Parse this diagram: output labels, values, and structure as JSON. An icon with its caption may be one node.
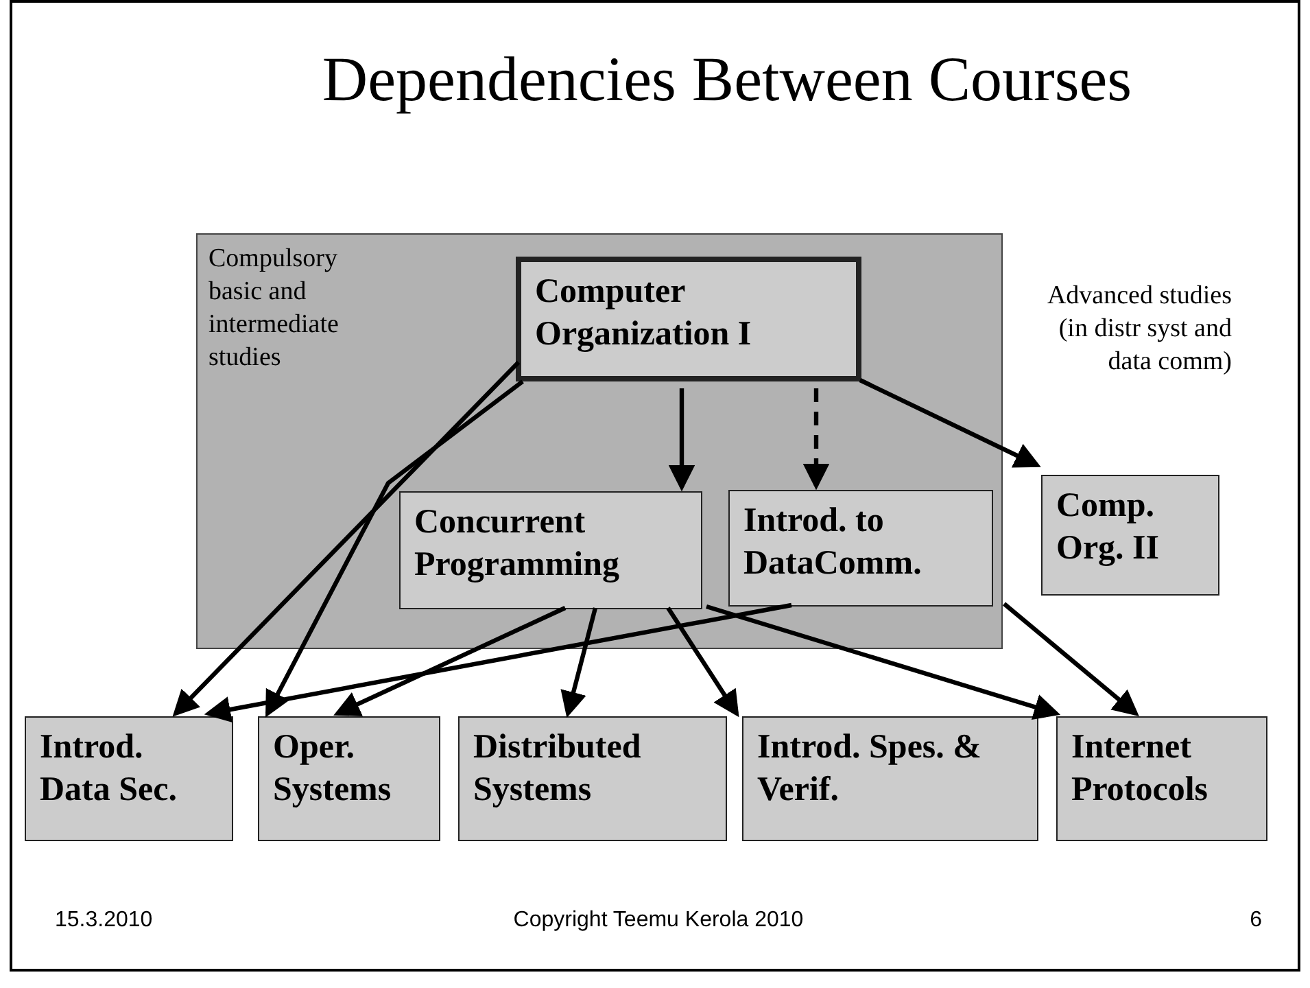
{
  "diagram": {
    "title": "Dependencies Between Courses",
    "nodes": [
      {
        "text": [
          "Compulsory basic and intermediate studies"
        ]
      },
      {
        "text": [
          "Computer Organization I"
        ],
        "in": 0
      },
      {
        "text": [
          "Concurrent Programming"
        ],
        "in": 0
      },
      {
        "text": [
          "Introd. to DataComm."
        ],
        "in": 0
      },
      {
        "text": [
          "Comp. Org. II"
        ]
      },
      {
        "text": [
          "Introd. Data Sec."
        ]
      },
      {
        "text": [
          "Oper. Systems"
        ]
      },
      {
        "text": [
          "Distributed Systems"
        ]
      },
      {
        "text": [
          "Introd. Spes. & Verif."
        ]
      },
      {
        "text": [
          "Internet Protocols"
        ]
      }
    ],
    "edges": [
      {
        "from": 1,
        "to": 5,
        "arrow": "to"
      },
      {
        "from": 1,
        "to": 6,
        "arrow": "to"
      },
      {
        "from": 1,
        "to": 2,
        "arrow": "to"
      },
      {
        "from": 1,
        "to": 3,
        "arrow": "to",
        "style": "dashed"
      },
      {
        "from": 1,
        "to": 4,
        "arrow": "to"
      },
      {
        "from": 2,
        "to": 6,
        "arrow": "to"
      },
      {
        "from": 2,
        "to": 7,
        "arrow": "to"
      },
      {
        "from": 2,
        "to": 8,
        "arrow": "to"
      },
      {
        "from": 2,
        "to": 9,
        "arrow": "to"
      },
      {
        "from": 3,
        "to": 5,
        "arrow": "to"
      },
      {
        "from": 3,
        "to": 9,
        "arrow": "to"
      }
    ],
    "labels": [
      "Advanced studies (in distr syst and data comm)",
      "15.3.2010",
      "Copyright Teemu Kerola 2010",
      "6"
    ]
  }
}
